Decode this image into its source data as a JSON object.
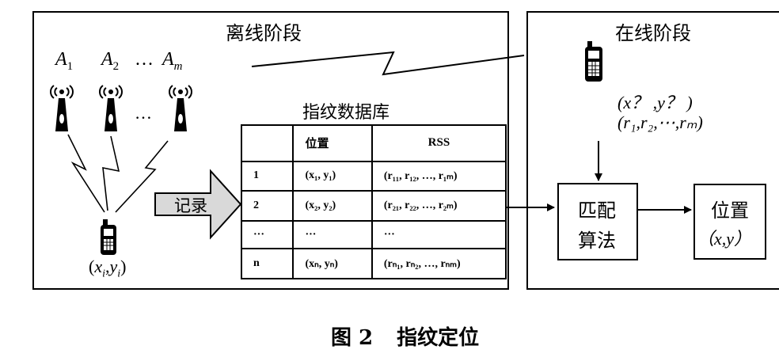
{
  "offline": {
    "title": "离线阶段",
    "aps": [
      "A",
      "A",
      "A"
    ],
    "ap_subs": [
      "1",
      "2",
      "m"
    ],
    "ap_ellipsis": "…",
    "tower_ellipsis": "…",
    "device_label": {
      "x": "x",
      "xi": "i",
      "comma": ",",
      "y": "y",
      "yi": "i",
      "open": "(",
      "close": ")"
    },
    "record_label": "记录",
    "db_title": "指纹数据库",
    "table": {
      "headers": [
        "",
        "位置",
        "RSS"
      ],
      "rows": [
        {
          "id": "1",
          "pos": "(x₁, y₁)",
          "rss": "(r₁₁, r₁₂, …, r₁ₘ)"
        },
        {
          "id": "2",
          "pos": "(x₂, y₂)",
          "rss": "(r₂₁, r₂₂, …, r₂ₘ)"
        },
        {
          "id": "···",
          "pos": "···",
          "rss": "···"
        },
        {
          "id": "n",
          "pos": "(xₙ, yₙ)",
          "rss": "(rₙ₁, rₙ₂, …, rₙₘ)"
        }
      ]
    }
  },
  "online": {
    "title": "在线阶段",
    "query_line1": "(x？ ,y？ )",
    "query_line2": "(r₁,r₂,⋯,rₘ)",
    "match_line1": "匹配",
    "match_line2": "算法",
    "pos_line1": "位置",
    "pos_line2": "（x,y）"
  },
  "caption": {
    "fig": "图 2",
    "text": "指纹定位"
  }
}
